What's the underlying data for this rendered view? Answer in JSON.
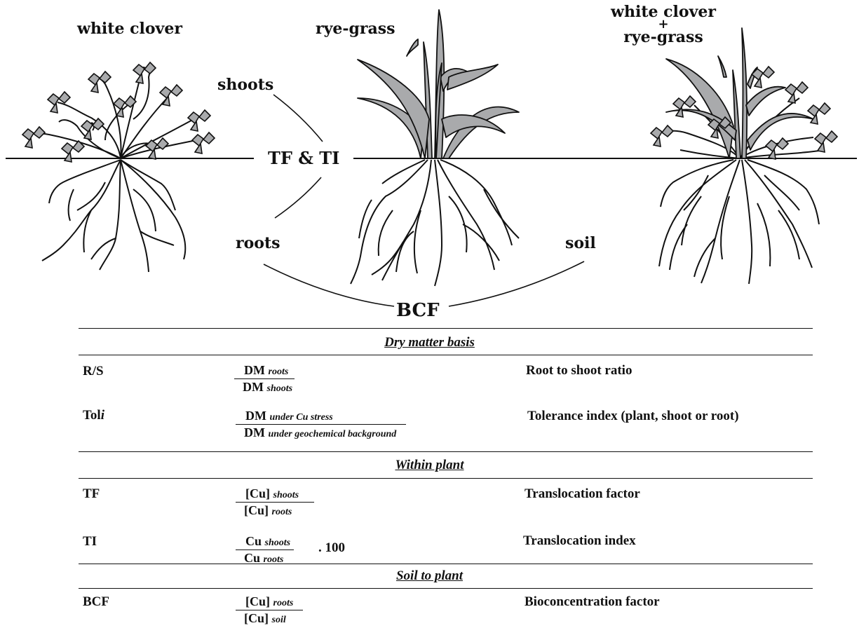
{
  "diagram": {
    "plant_labels": {
      "white_clover": "white clover",
      "rye_grass": "rye-grass",
      "mixed_line1": "white clover",
      "mixed_plus": "+",
      "mixed_line2": "rye-grass"
    },
    "flow_labels": {
      "shoots": "shoots",
      "tf_ti": "TF & TI",
      "roots": "roots",
      "soil": "soil",
      "bcf": "BCF"
    }
  },
  "table": {
    "sections": [
      {
        "title": "Dry matter basis",
        "rows": [
          {
            "abbr": "R/S",
            "num_main": "DM",
            "num_sub": "roots",
            "den_main": "DM",
            "den_sub": "shoots",
            "multiplier": "",
            "description": "Root to shoot ratio"
          },
          {
            "abbr_main": "Tol",
            "abbr_italic": "i",
            "num_main": "DM",
            "num_sub": "under Cu stress",
            "den_main": "DM",
            "den_sub": "under geochemical background",
            "multiplier": "",
            "description": "Tolerance index  (plant, shoot or root)"
          }
        ]
      },
      {
        "title": "Within plant",
        "rows": [
          {
            "abbr": "TF",
            "num_main": "[Cu]",
            "num_sub": "shoots",
            "den_main": "[Cu]",
            "den_sub": "roots",
            "multiplier": "",
            "description": "Translocation factor"
          },
          {
            "abbr": "TI",
            "num_main": "Cu",
            "num_sub": "shoots",
            "den_main": "Cu",
            "den_sub": "roots",
            "multiplier": ". 100",
            "description": "Translocation index"
          }
        ]
      },
      {
        "title": "Soil to plant",
        "rows": [
          {
            "abbr": "BCF",
            "num_main": "[Cu]",
            "num_sub": "roots",
            "den_main": "[Cu]",
            "den_sub": "soil",
            "multiplier": "",
            "description": "Bioconcentration factor"
          }
        ]
      }
    ]
  },
  "colors": {
    "leaf_fill": "#a9aaac",
    "ink": "#111111",
    "background": "#ffffff"
  }
}
